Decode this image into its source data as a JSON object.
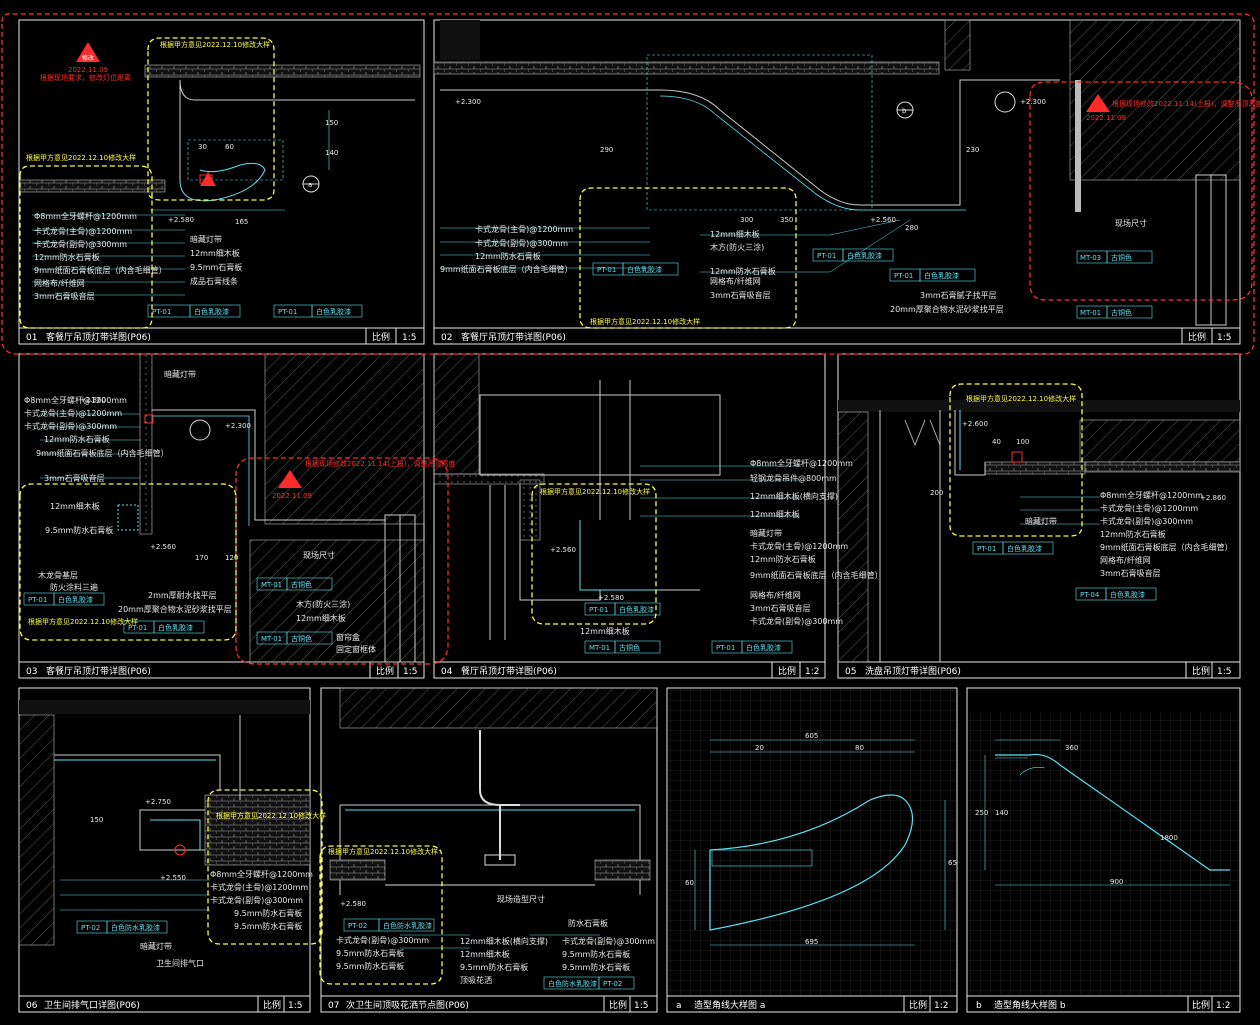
{
  "panels": [
    {
      "num": "01",
      "title": "客餐厅吊顶灯带详图(P06)",
      "scale_label": "比例",
      "scale": "1:5"
    },
    {
      "num": "02",
      "title": "客餐厅吊顶灯带详图(P06)",
      "scale_label": "比例",
      "scale": "1:5"
    },
    {
      "num": "03",
      "title": "客餐厅吊顶灯带详图(P06)",
      "scale_label": "比例",
      "scale": "1:5"
    },
    {
      "num": "04",
      "title": "餐厅吊顶灯带详图(P06)",
      "scale_label": "比例",
      "scale": "1:2"
    },
    {
      "num": "05",
      "title": "洗盘吊顶灯带详图(P06)",
      "scale_label": "比例",
      "scale": "1:5"
    },
    {
      "num": "06",
      "title": "卫生间排气口详图(P06)",
      "scale_label": "比例",
      "scale": "1:5"
    },
    {
      "num": "07",
      "title": "次卫生间顶吸花洒节点图(P06)",
      "scale_label": "比例",
      "scale": "1:5"
    },
    {
      "num": "a",
      "title": "造型角线大样图 a",
      "scale_label": "比例",
      "scale": "1:2"
    },
    {
      "num": "b",
      "title": "造型角线大样图 b",
      "scale_label": "比例",
      "scale": "1:2"
    }
  ],
  "revision_notes": {
    "plan_enlarge": "根据甲方意见2022.12.10修改大样",
    "red_note_1": "根据现场要求，修改灯位距离",
    "red_note_2": "根据现场修改2022.11.14(上报)，调整吊顶高度",
    "rev_tag": "修改",
    "rev_date_1": "2022.11.09",
    "rev_date_2": "2022.11.09"
  },
  "elevations": {
    "e2300": "+2.300",
    "e2580": "+2.580",
    "e2560": "+2.560",
    "e2860": "+2.860",
    "e2600": "+2.600",
    "e2750": "+2.750",
    "e2550": "+2.550"
  },
  "callouts_01": [
    "Φ8mm全牙螺杆@1200mm",
    "卡式龙骨(主骨)@1200mm",
    "卡式龙骨(副骨)@300mm",
    "12mm防水石膏板",
    "9mm纸面石膏板底层（内含毛细管）",
    "网格布/纤维网",
    "3mm石膏吸音层",
    "暗藏灯带",
    "12mm细木板",
    "9.5mm石膏板",
    "成品石膏线条"
  ],
  "callouts_02": [
    "卡式龙骨(主骨)@1200mm",
    "卡式龙骨(副骨)@300mm",
    "12mm防水石膏板",
    "9mm纸面石膏板底层（内含毛细管）",
    "网格布/纤维网",
    "3mm石膏吸音层",
    "12mm细木板",
    "木方(防火三涂)",
    "12mm防水石膏板",
    "3mm石膏腻子找平层",
    "20mm厚聚合物水泥砂浆找平层",
    "现场尺寸"
  ],
  "callouts_03": [
    "暗藏灯带",
    "Φ8mm全牙螺杆@1200mm",
    "卡式龙骨(主骨)@1200mm",
    "卡式龙骨(副骨)@300mm",
    "12mm防水石膏板",
    "9mm纸面石膏板底层（内含毛细管）",
    "3mm石膏吸音层",
    "12mm细木板",
    "9.5mm防水石膏板",
    "木龙骨基层",
    "防火涂料三遍",
    "2mm厚耐水找平层",
    "20mm厚聚合物水泥砂浆找平层",
    "现场尺寸",
    "木方(防火三涂)",
    "12mm细木板",
    "窗帘盒",
    "固定窗框体"
  ],
  "callouts_04": [
    "Φ8mm全牙螺杆@1200mm",
    "轻钢龙骨吊件@800mm",
    "12mm细木板(横向支撑)",
    "12mm细木板",
    "暗藏灯带",
    "卡式龙骨(主骨)@1200mm",
    "12mm防水石膏板",
    "9mm纸面石膏板底层（内含毛细管）",
    "网格布/纤维网",
    "3mm石膏吸音层",
    "卡式龙骨(副骨)@300mm",
    "12mm细木板"
  ],
  "callouts_05": [
    "Φ8mm全牙螺杆@1200mm",
    "卡式龙骨(主骨)@1200mm",
    "卡式龙骨(副骨)@300mm",
    "12mm防水石膏板",
    "9mm纸面石膏板底层（内含毛细管）",
    "网格布/纤维网",
    "3mm石膏吸音层",
    "暗藏灯带"
  ],
  "callouts_06": [
    "Φ8mm全牙螺杆@1200mm",
    "卡式龙骨(主骨)@1200mm",
    "卡式龙骨(副骨)@300mm",
    "9.5mm防水石膏板",
    "9.5mm防水石膏板",
    "暗藏灯带",
    "卫生间排气口"
  ],
  "callouts_07": [
    "卡式龙骨(副骨)@300mm",
    "9.5mm防水石膏板",
    "9.5mm防水石膏板",
    "12mm细木板(横向支撑)",
    "12mm细木板",
    "9.5mm防水石膏板",
    "顶吸花洒",
    "卡式龙骨(副骨)@300mm",
    "9.5mm防水石膏板",
    "9.5mm防水石膏板",
    "防水石膏板",
    "现场造型尺寸"
  ],
  "material_tags": {
    "pt01": "PT-01",
    "pt01_desc": "白色乳胶漆",
    "pt02": "PT-02",
    "pt02_desc": "白色防水乳胶漆",
    "pt04": "PT-04",
    "pt04_desc": "白色乳胶漆",
    "mt01": "MT-01",
    "mt01_desc": "古铜色",
    "mt03": "MT-03",
    "mt03_desc": "古铜色"
  },
  "dims": {
    "d150": "150",
    "d140": "140",
    "d30": "30",
    "d60": "60",
    "d165": "165",
    "d300": "300",
    "d350": "350",
    "d280": "280",
    "d230": "230",
    "d290": "290",
    "d170": "170",
    "d120": "120",
    "d200": "200",
    "d100": "100",
    "d40": "40",
    "d605": "605",
    "d20": "20",
    "d80": "80",
    "d695": "695",
    "d65": "65",
    "d900": "900",
    "d250": "250",
    "d360": "360",
    "d1800": "1800",
    "d140b": "140"
  },
  "section_markers": {
    "a": "a",
    "b": "b"
  },
  "colors": {
    "frame": "#e8e8e8",
    "cyan": "#59e2f2",
    "yellow": "#ffff33",
    "red": "#ff2a2a",
    "orange": "#d9a020",
    "grey": "#6a6a6a"
  }
}
